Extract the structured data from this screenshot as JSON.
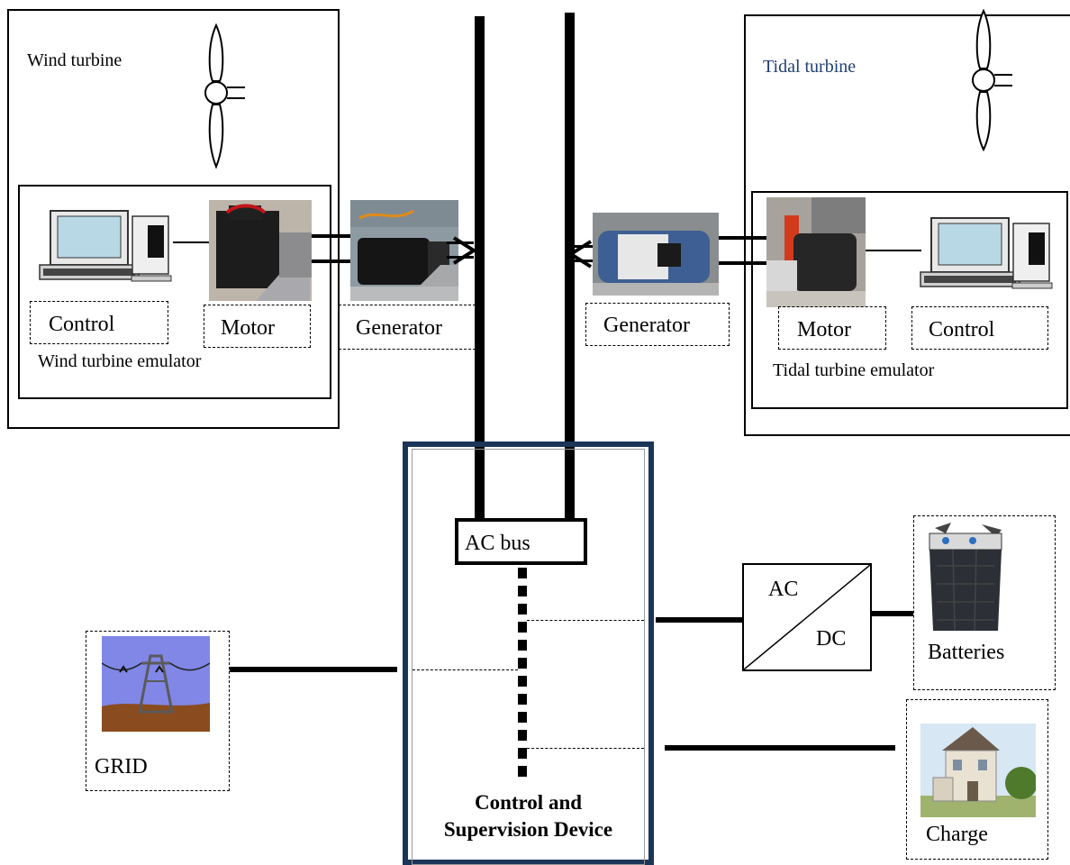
{
  "wind": {
    "title": "Wind turbine",
    "emulator_label": "Wind turbine emulator",
    "control_label": "Control",
    "motor_label": "Motor",
    "generator_label": "Generator"
  },
  "tidal": {
    "title": "Tidal turbine",
    "emulator_label": "Tidal turbine emulator",
    "control_label": "Control",
    "motor_label": "Motor",
    "generator_label": "Generator"
  },
  "ac_bus_label": "AC bus",
  "converter": {
    "ac_label": "AC",
    "dc_label": "DC"
  },
  "batteries_label": "Batteries",
  "grid_label": "GRID",
  "charge_label": "Charge",
  "control_device": {
    "line1": "Control and",
    "line2": "Supervision Device"
  },
  "colors": {
    "control_box_border": "#1b3558",
    "tidal_title": "#1f3f73"
  },
  "icons": [
    "turbine-icon",
    "computer-icon",
    "motor-photo",
    "generator-photo",
    "battery-icon",
    "pylon-icon",
    "house-icon"
  ]
}
